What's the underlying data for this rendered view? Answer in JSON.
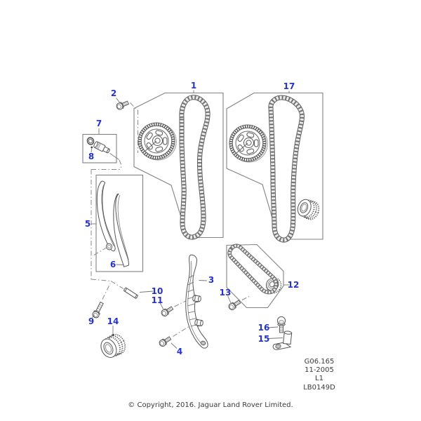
{
  "page": {
    "background": "#ffffff"
  },
  "diagram": {
    "description": "exploded-parts-illustration-timing-chain",
    "callout_color": "#2432cf",
    "callouts": [
      "1",
      "2",
      "7",
      "8",
      "5",
      "6",
      "9",
      "10",
      "11",
      "14",
      "4",
      "3",
      "13",
      "12",
      "16",
      "15",
      "17"
    ]
  },
  "info_box": {
    "lines": [
      "G06.165",
      "11-2005",
      "L1",
      "LB0149D"
    ]
  },
  "footer": {
    "copyright": "© Copyright, 2016. Jaguar Land Rover Limited."
  }
}
